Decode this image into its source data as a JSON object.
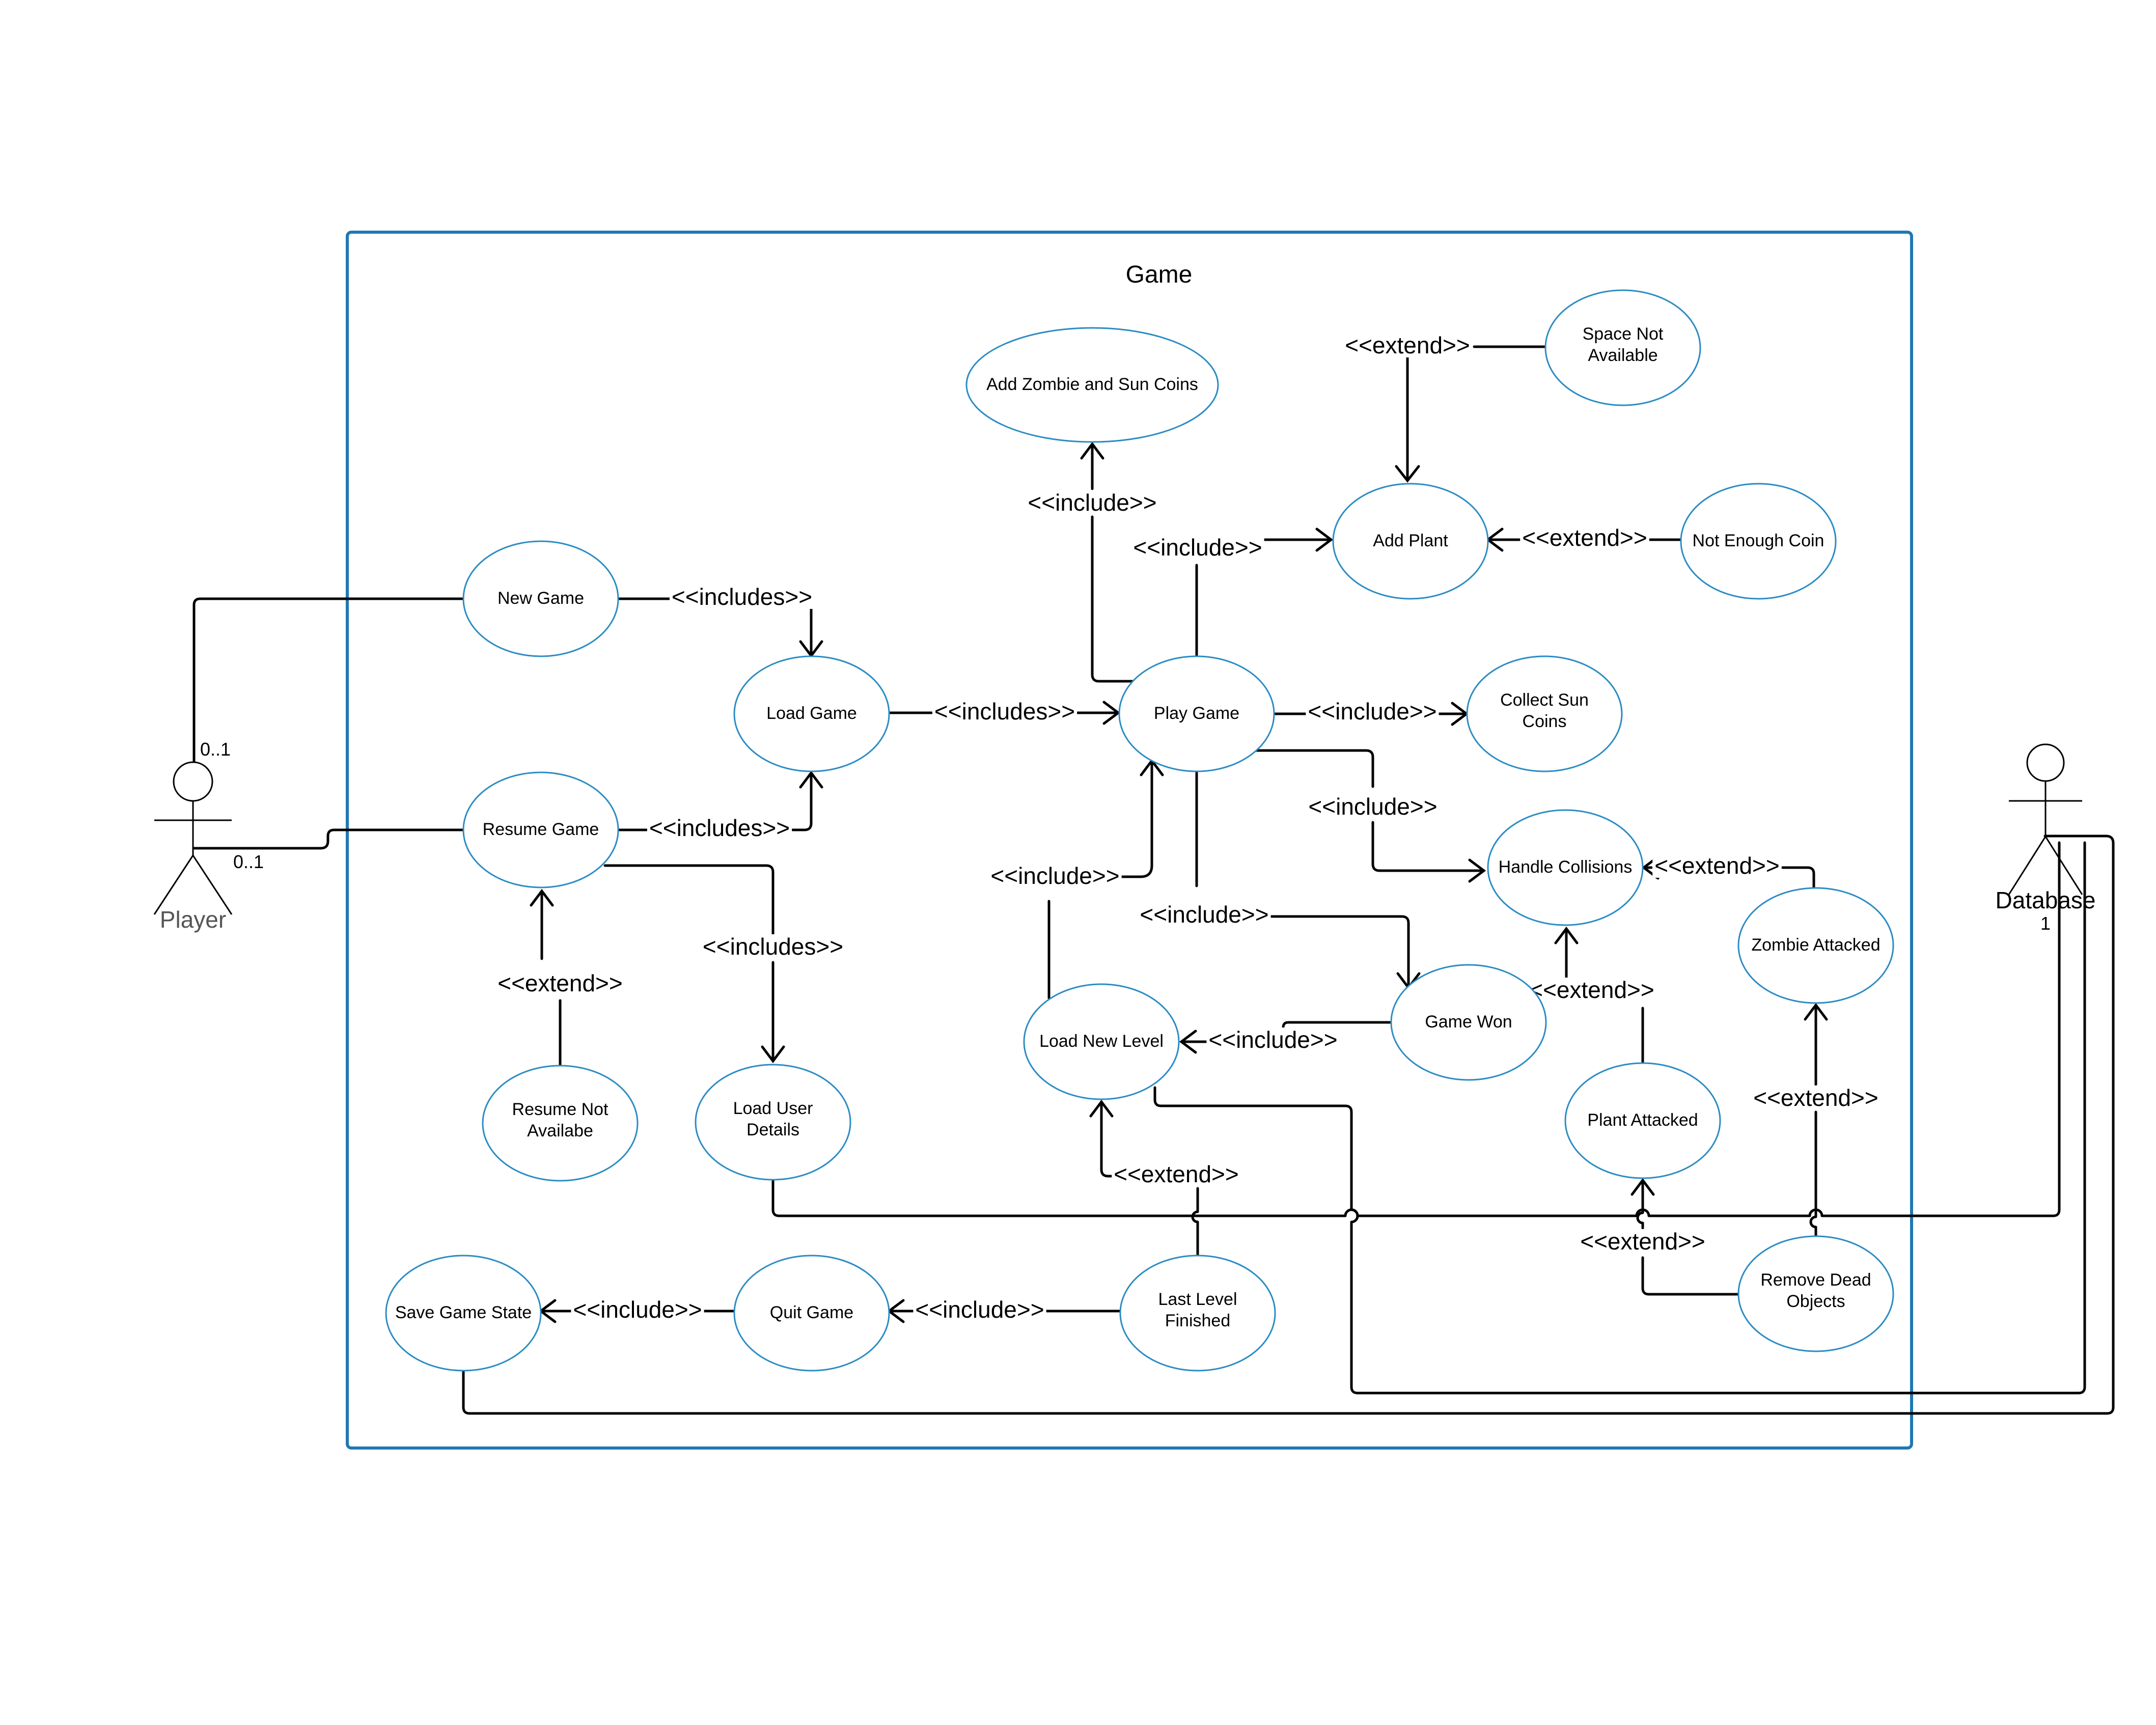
{
  "boundary": {
    "title": "Game"
  },
  "actors": {
    "player": {
      "name": "Player",
      "multiplicity_top": "0..1",
      "multiplicity_side": "0..1"
    },
    "database": {
      "name": "Database",
      "multiplicity": "1"
    }
  },
  "use_cases": {
    "add_zombie_sun": "Add Zombie and Sun Coins",
    "space_not_available": [
      "Space Not",
      "Available"
    ],
    "add_plant": "Add Plant",
    "not_enough_coin": "Not Enough Coin",
    "new_game": "New Game",
    "load_game": "Load Game",
    "play_game": "Play Game",
    "collect_sun_coins": [
      "Collect Sun",
      "Coins"
    ],
    "resume_game": "Resume Game",
    "handle_collisions": "Handle Collisions",
    "zombie_attacked": "Zombie Attacked",
    "game_won": "Game Won",
    "load_new_level": "Load New Level",
    "resume_not_available": [
      "Resume Not",
      "Availabe"
    ],
    "load_user_details": [
      "Load User",
      "Details"
    ],
    "plant_attacked": "Plant Attacked",
    "save_game_state": "Save Game State",
    "quit_game": "Quit Game",
    "last_level_finished": [
      "Last Level",
      "Finished"
    ],
    "remove_dead_objects": [
      "Remove Dead",
      "Objects"
    ]
  },
  "relations": {
    "extend_space_add_plant": "<<extend>>",
    "include_play_add_zombie": "<<include>>",
    "include_play_add_plant": "<<include>>",
    "extend_coin_add_plant": "<<extend>>",
    "includes_new_load": "<<includes>>",
    "includes_load_play": "<<includes>>",
    "include_play_collect": "<<include>>",
    "include_play_collisions": "<<include>>",
    "includes_resume_load": "<<includes>>",
    "include_level_play": "<<include>>",
    "include_play_won": "<<include>>",
    "extend_zombie_collisions": "<<extend>>",
    "includes_resume_user": "<<includes>>",
    "extend_notavail_resume": "<<extend>>",
    "include_won_level": "<<include>>",
    "extend_plant_collisions": "<<extend>>",
    "extend_remove_zombie": "<<extend>>",
    "extend_last_level": "<<extend>>",
    "extend_remove_plant": "<<extend>>",
    "include_quit_save": "<<include>>",
    "include_last_quit": "<<include>>"
  }
}
